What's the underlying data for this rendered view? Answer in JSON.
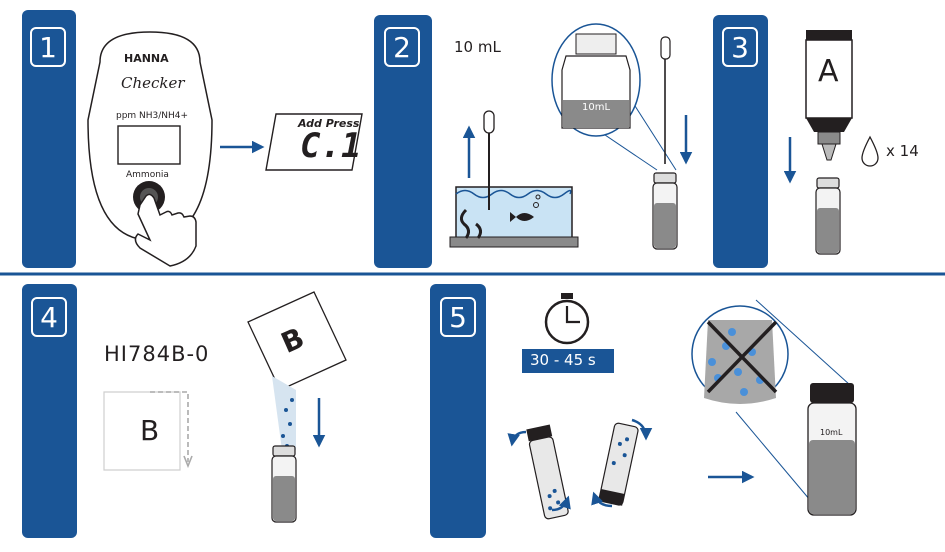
{
  "colors": {
    "brand_blue": "#1a5596",
    "dark": "#231f20",
    "water_blue": "#c9e3f4",
    "grey": "#8a8a8a"
  },
  "steps": [
    {
      "number": "1"
    },
    {
      "number": "2"
    },
    {
      "number": "3"
    },
    {
      "number": "4"
    },
    {
      "number": "5"
    }
  ],
  "meter": {
    "brand": "HANNA",
    "model": "Checker",
    "unit_label": "ppm NH3/NH4+",
    "parameter": "Ammonia",
    "display_prompt": "Add Press",
    "display_value": "C.1"
  },
  "step2": {
    "volume": "10 mL",
    "vial_mark": "10mL"
  },
  "step3": {
    "reagent_letter": "A",
    "drops": "x 14"
  },
  "step4": {
    "reagent_code": "HI784B-0",
    "packet_letter": "B"
  },
  "step5": {
    "timer": "30 - 45 s",
    "vial_mark": "10mL"
  },
  "icons": [
    "hand-press-icon",
    "arrow-icon",
    "pipette-icon",
    "fish-tank-icon",
    "drop-icon",
    "timer-icon",
    "rotate-arrow-icon",
    "cross-icon"
  ]
}
